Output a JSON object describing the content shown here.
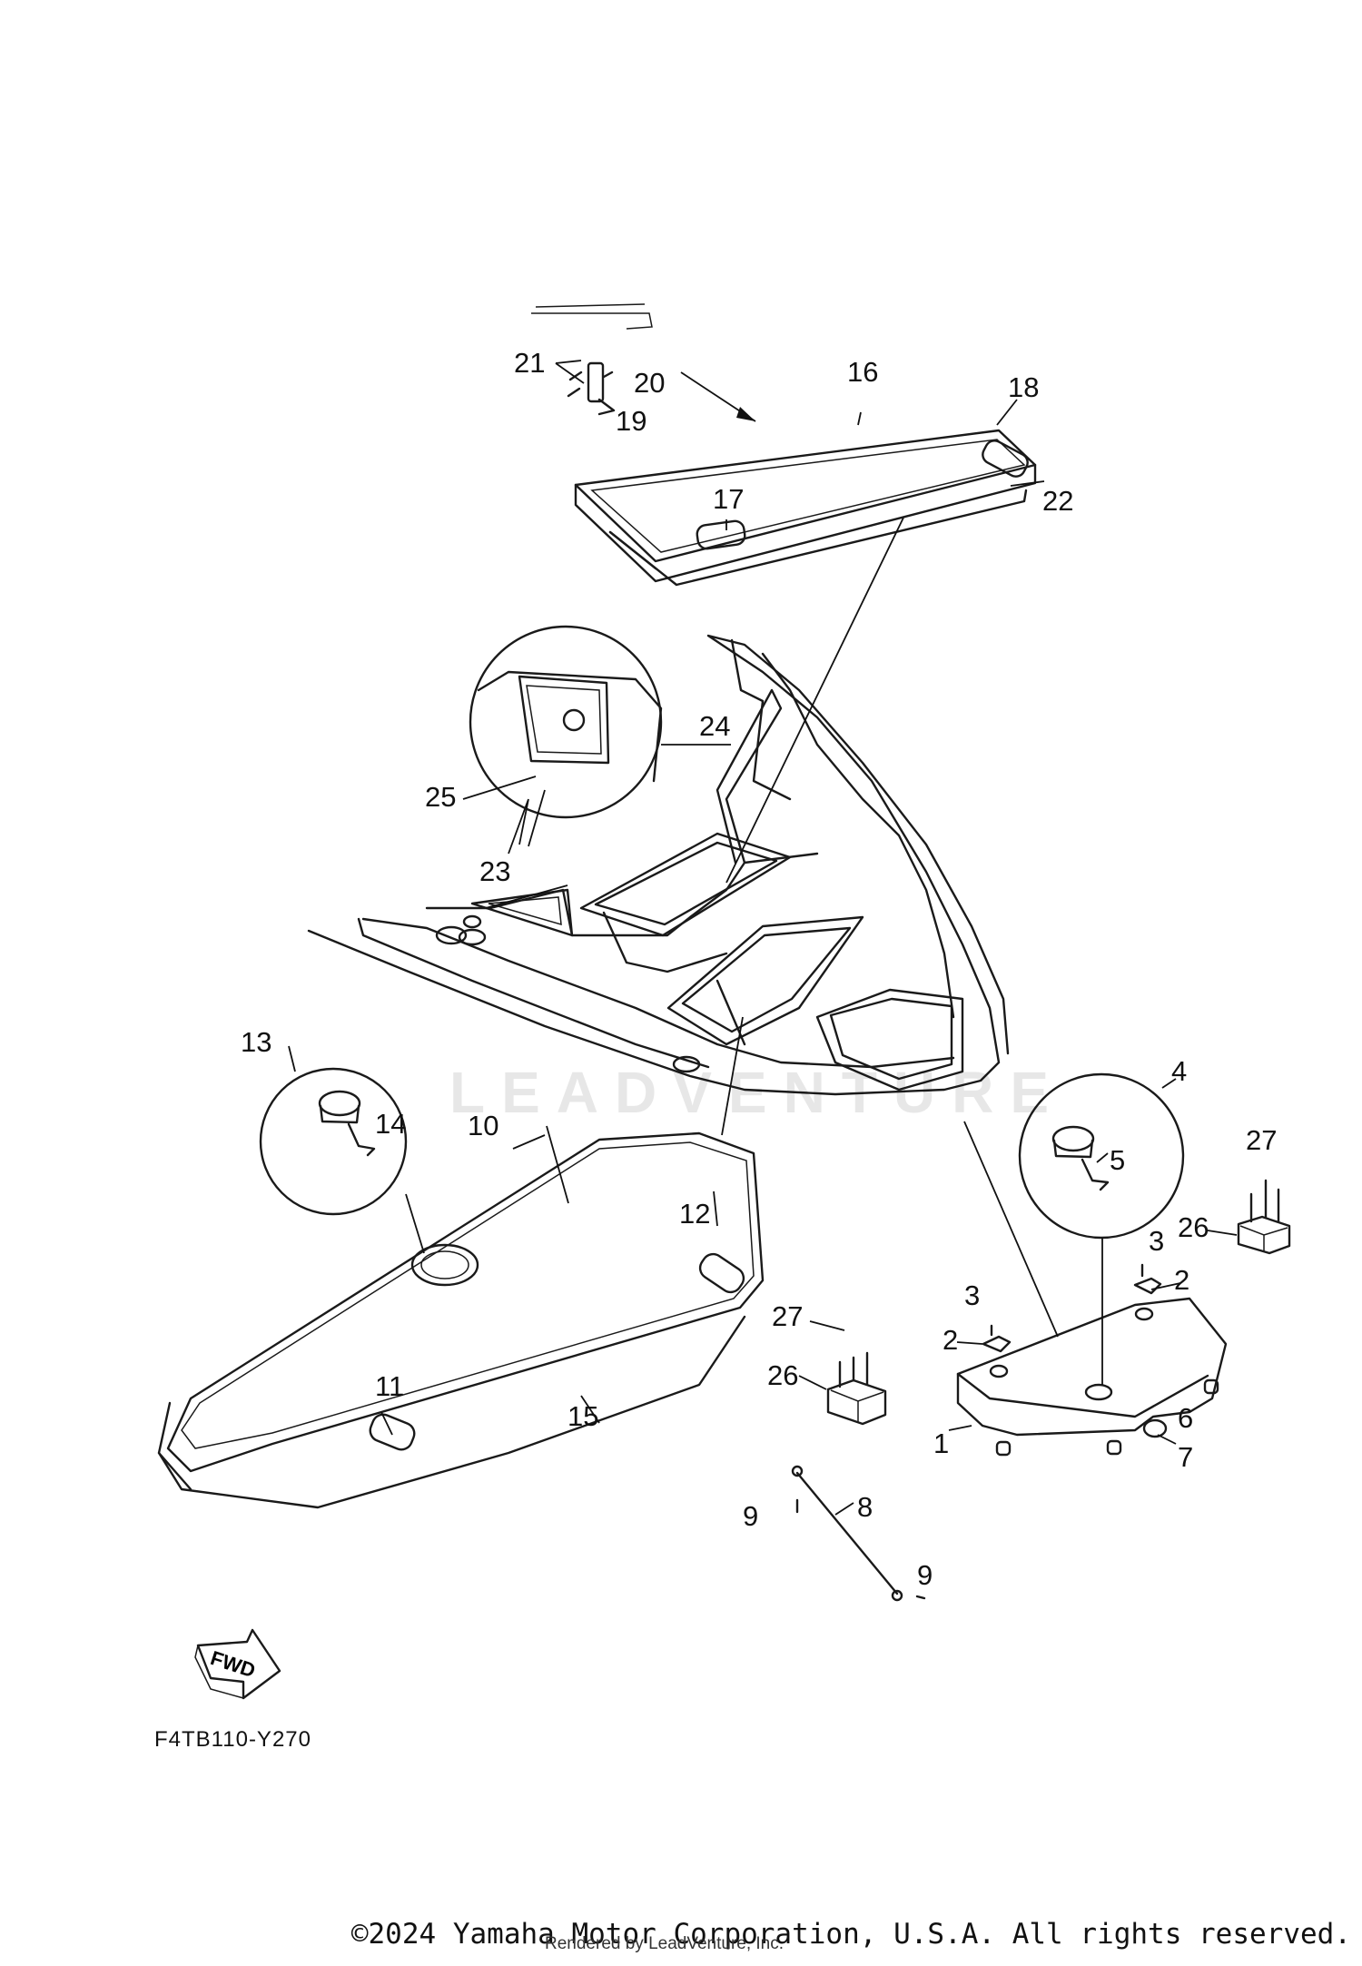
{
  "diagram": {
    "callouts": [
      "1",
      "2",
      "2",
      "3",
      "3",
      "4",
      "5",
      "6",
      "7",
      "8",
      "9",
      "9",
      "10",
      "11",
      "12",
      "13",
      "14",
      "15",
      "16",
      "17",
      "18",
      "19",
      "20",
      "21",
      "22",
      "23",
      "24",
      "25",
      "26",
      "26",
      "27",
      "27"
    ],
    "fwd_label": "FWD",
    "watermark": "LEADVENTURE",
    "diagram_code": "F4TB110-Y270"
  },
  "footer": {
    "copyright": "©2024 Yamaha Motor Corporation, U.S.A. All rights reserved.",
    "rendered_by": "Rendered by LeadVenture, Inc."
  }
}
